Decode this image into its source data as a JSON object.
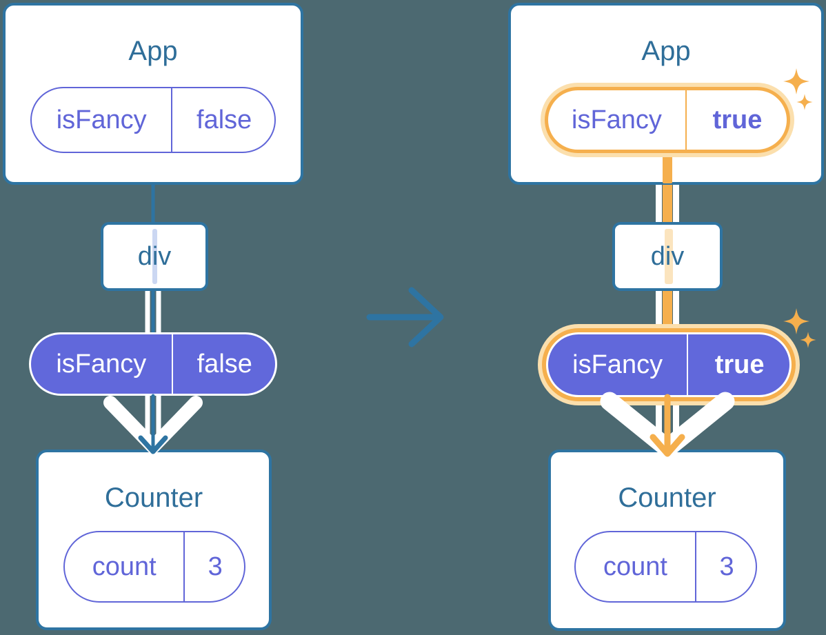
{
  "diagram": {
    "background_color": "#4C6971",
    "accent_colors": {
      "card_border_blue": "#2E74A2",
      "heading_teal": "#2F6E99",
      "purple": "#6065D8",
      "purple_fill": "#6168DB",
      "highlight_orange": "#F5AF4D",
      "highlight_orange_pale": "#FBDFAD",
      "flow_white": "#FFFFFF"
    },
    "before": {
      "app": {
        "title": "App",
        "state": {
          "name": "isFancy",
          "value": "false"
        }
      },
      "div": {
        "label": "div"
      },
      "prop": {
        "name": "isFancy",
        "value": "false"
      },
      "counter": {
        "title": "Counter",
        "state": {
          "name": "count",
          "value": "3"
        }
      }
    },
    "after": {
      "app": {
        "title": "App",
        "state": {
          "name": "isFancy",
          "value": "true"
        }
      },
      "div": {
        "label": "div"
      },
      "prop": {
        "name": "isFancy",
        "value": "true"
      },
      "counter": {
        "title": "Counter",
        "state": {
          "name": "count",
          "value": "3"
        }
      }
    },
    "icons": {
      "transition": "arrow-right-icon",
      "flow_down": "arrow-down-icon",
      "highlight": "sparkle-icon"
    }
  }
}
